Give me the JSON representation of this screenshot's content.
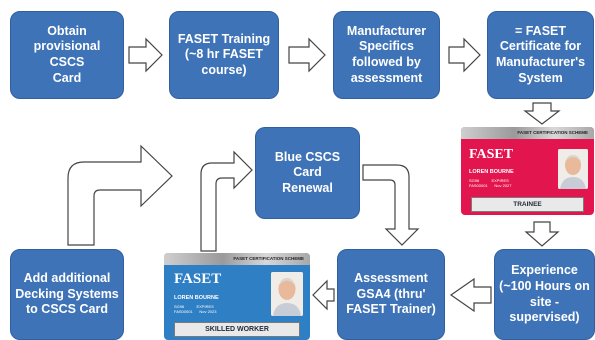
{
  "boxes": {
    "obtain": "Obtain\nprovisional CSCS\nCard",
    "faset_training": "FASET Training\n(~8 hr  FASET\ncourse)",
    "manufacturer": "Manufacturer\nSpecifics\nfollowed by\nassessment",
    "certificate": "= FASET\nCertificate for\nManufacturer's\nSystem",
    "renewal": "Blue CSCS Card\nRenewal",
    "experience": "Experience\n(~100 Hours on\nsite -\nsupervised)",
    "assessment": "Assessment\nGSA4 (thru'\nFASET Trainer)",
    "add_decking": "Add additional\nDecking Systems\nto CSCS Card"
  },
  "cards": {
    "trainee": {
      "scheme": "FASET CERTIFICATION SCHEME",
      "logo": "FASET",
      "name": "LOREN BOURNE",
      "meta": "SG96           EXPIRES\nFAS00001      Nov 2027",
      "footer": "TRAINEE",
      "color": "#e3154f"
    },
    "skilled": {
      "scheme": "FASET CERTIFICATION SCHEME",
      "logo": "FASET",
      "name": "LOREN BOURNE",
      "meta": "SG96           EXPIRES\nFAS00001      Nov 2023",
      "footer": "SKILLED WORKER",
      "color": "#2f7fc4"
    }
  },
  "colors": {
    "box_fill": "#3f73b8",
    "arrow_fill": "#ffffff",
    "arrow_stroke": "#444444"
  }
}
